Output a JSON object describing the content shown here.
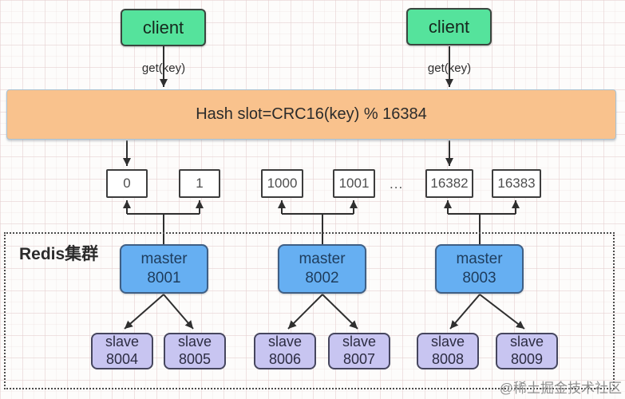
{
  "clients": [
    {
      "label": "client",
      "edge_label": "get(key)"
    },
    {
      "label": "client",
      "edge_label": "get(key)"
    }
  ],
  "hash_bar": {
    "label": "Hash slot=CRC16(key) % 16384"
  },
  "slots": {
    "items": [
      "0",
      "1",
      "1000",
      "1001",
      "16382",
      "16383"
    ],
    "ellipsis": "..."
  },
  "cluster": {
    "title": "Redis集群",
    "masters": [
      {
        "label": "master",
        "port": "8001"
      },
      {
        "label": "master",
        "port": "8002"
      },
      {
        "label": "master",
        "port": "8003"
      }
    ],
    "slaves": [
      {
        "label": "slave",
        "port": "8004"
      },
      {
        "label": "slave",
        "port": "8005"
      },
      {
        "label": "slave",
        "port": "8006"
      },
      {
        "label": "slave",
        "port": "8007"
      },
      {
        "label": "slave",
        "port": "8008"
      },
      {
        "label": "slave",
        "port": "8009"
      }
    ]
  },
  "watermark": "@稀土掘金技术社区",
  "colors": {
    "client_fill": "#55e39c",
    "hash_bar_fill": "#f9c28d",
    "master_fill": "#66aff2",
    "slave_fill": "#c8c5f1",
    "arrow": "#2f2f2f"
  }
}
